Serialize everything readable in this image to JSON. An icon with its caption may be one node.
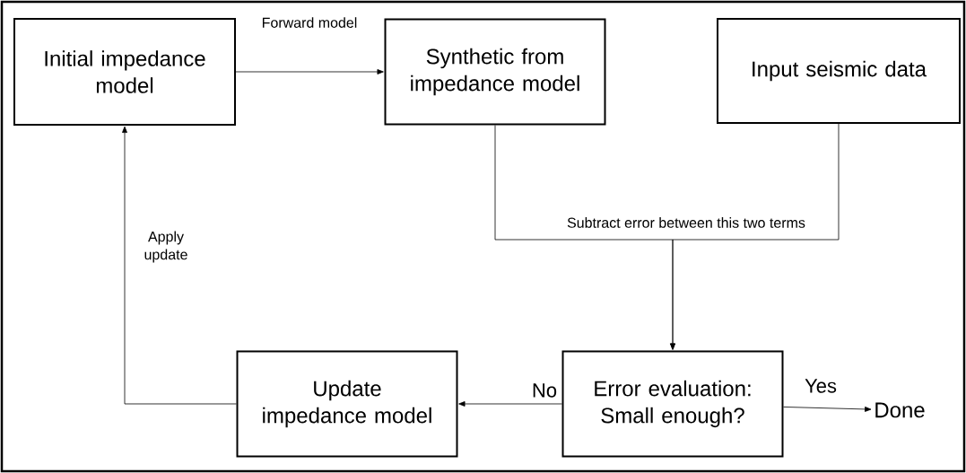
{
  "diagram": {
    "nodes": [
      {
        "text": [
          "Initial impedance model"
        ]
      },
      {
        "text": [
          "Synthetic from impedance model"
        ]
      },
      {
        "text": [
          "Input seismic data"
        ]
      },
      {
        "text": [
          "Error evaluation: Small enough?"
        ]
      },
      {
        "text": [
          "Update impedance model"
        ]
      },
      {
        "text": [
          "Done"
        ]
      }
    ],
    "edges": [
      {
        "from": 0,
        "to": 1,
        "arrow": "to",
        "label": "Forward model"
      },
      {
        "from": 1,
        "to": 3,
        "arrow": "to",
        "label": "Subtract error between this two terms"
      },
      {
        "from": 2,
        "to": 3,
        "arrow": "to"
      },
      {
        "from": 3,
        "to": 4,
        "arrow": "to",
        "label": "No"
      },
      {
        "from": 4,
        "to": 0,
        "arrow": "to",
        "label": "Apply update"
      },
      {
        "from": 3,
        "to": 5,
        "arrow": "to",
        "label": "Yes"
      }
    ]
  }
}
